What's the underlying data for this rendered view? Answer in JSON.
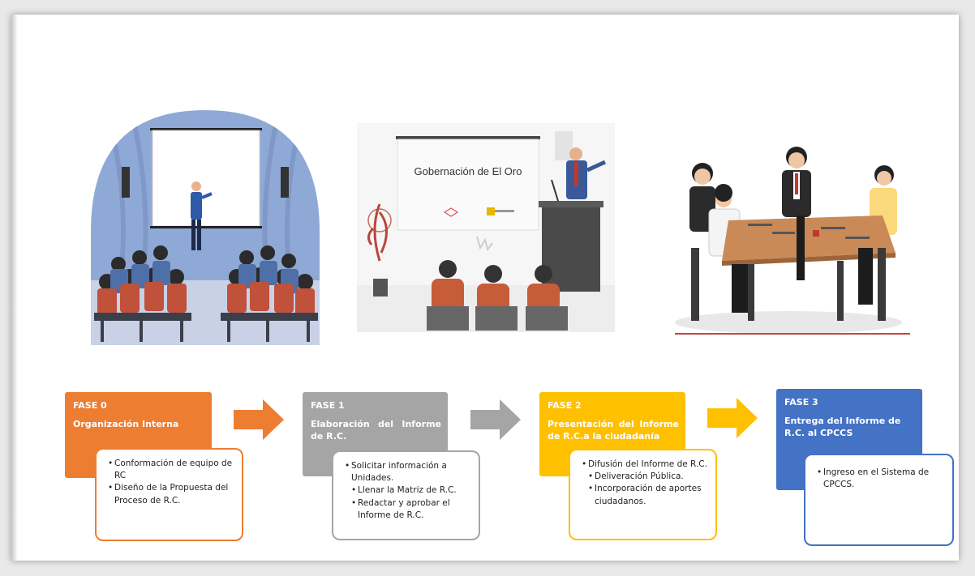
{
  "illustrations": [
    {
      "name": "conference-audience-illustration"
    },
    {
      "name": "presentation-podium-illustration",
      "screen_text": "Gobernación de El Oro"
    },
    {
      "name": "meeting-table-illustration"
    }
  ],
  "phases": [
    {
      "label": "FASE 0",
      "title": "Organización Interna",
      "color": "#ed7d31",
      "items": [
        {
          "text": "Conformación de equipo de RC",
          "level": 0
        },
        {
          "text": "Diseño de la Propuesta del Proceso de R.C.",
          "level": 0
        }
      ]
    },
    {
      "label": "FASE 1",
      "title": "Elaboración del Informe de R.C.",
      "color": "#a5a5a5",
      "items": [
        {
          "text": "Solicitar información a Unidades.",
          "level": 0
        },
        {
          "text": "Llenar la Matriz de R.C.",
          "level": 1
        },
        {
          "text": "Redactar y aprobar el Informe de R.C.",
          "level": 1
        }
      ]
    },
    {
      "label": "FASE 2",
      "title": "Presentación del Informe de R.C.a la ciudadanía",
      "color": "#ffc000",
      "items": [
        {
          "text": "Difusión del Informe de R.C.",
          "level": 0
        },
        {
          "text": "Deliveración Pública.",
          "level": 1
        },
        {
          "text": "Incorporación de aportes ciudadanos.",
          "level": 1
        }
      ]
    },
    {
      "label": "FASE 3",
      "title": "Entrega del Informe de R.C. al CPCCS",
      "color": "#4472c4",
      "items": [
        {
          "text": "Ingreso en el Sistema de CPCCS.",
          "level": 0
        }
      ]
    }
  ],
  "arrows": [
    {
      "name": "arrow-right-icon",
      "color": "#ed7d31"
    },
    {
      "name": "arrow-right-icon",
      "color": "#a5a5a5"
    },
    {
      "name": "arrow-right-icon",
      "color": "#ffc000"
    }
  ]
}
